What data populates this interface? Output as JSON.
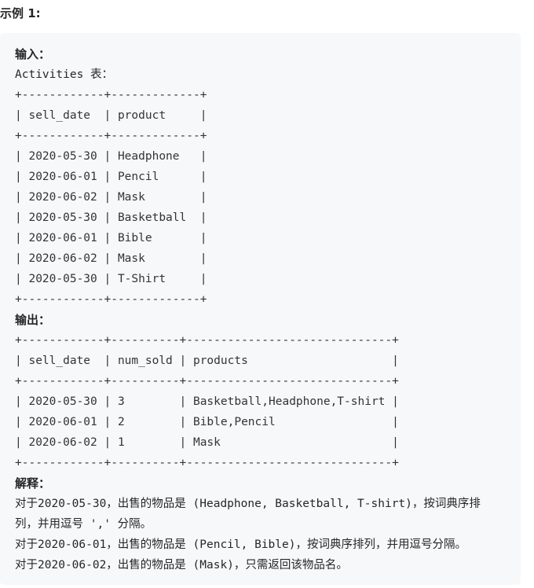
{
  "heading": "示例 1:",
  "input_label": "输入：",
  "input_table_caption": "Activities 表：",
  "input_table_lines": [
    "+------------+-------------+",
    "| sell_date  | product     |",
    "+------------+-------------+",
    "| 2020-05-30 | Headphone   |",
    "| 2020-06-01 | Pencil      |",
    "| 2020-06-02 | Mask        |",
    "| 2020-05-30 | Basketball  |",
    "| 2020-06-01 | Bible       |",
    "| 2020-06-02 | Mask        |",
    "| 2020-05-30 | T-Shirt     |",
    "+------------+-------------+"
  ],
  "output_label": "输出：",
  "output_table_lines": [
    "+------------+----------+------------------------------+",
    "| sell_date  | num_sold | products                     |",
    "+------------+----------+------------------------------+",
    "| 2020-05-30 | 3        | Basketball,Headphone,T-shirt |",
    "| 2020-06-01 | 2        | Bible,Pencil                 |",
    "| 2020-06-02 | 1        | Mask                         |",
    "+------------+----------+------------------------------+"
  ],
  "explanation_label": "解释：",
  "explanation_lines": [
    "对于2020-05-30，出售的物品是 (Headphone, Basketball, T-shirt)，按词典序排",
    "列，并用逗号 ',' 分隔。",
    "对于2020-06-01，出售的物品是 (Pencil, Bible)，按词典序排列，并用逗号分隔。",
    "对于2020-06-02，出售的物品是 (Mask)，只需返回该物品名。"
  ]
}
